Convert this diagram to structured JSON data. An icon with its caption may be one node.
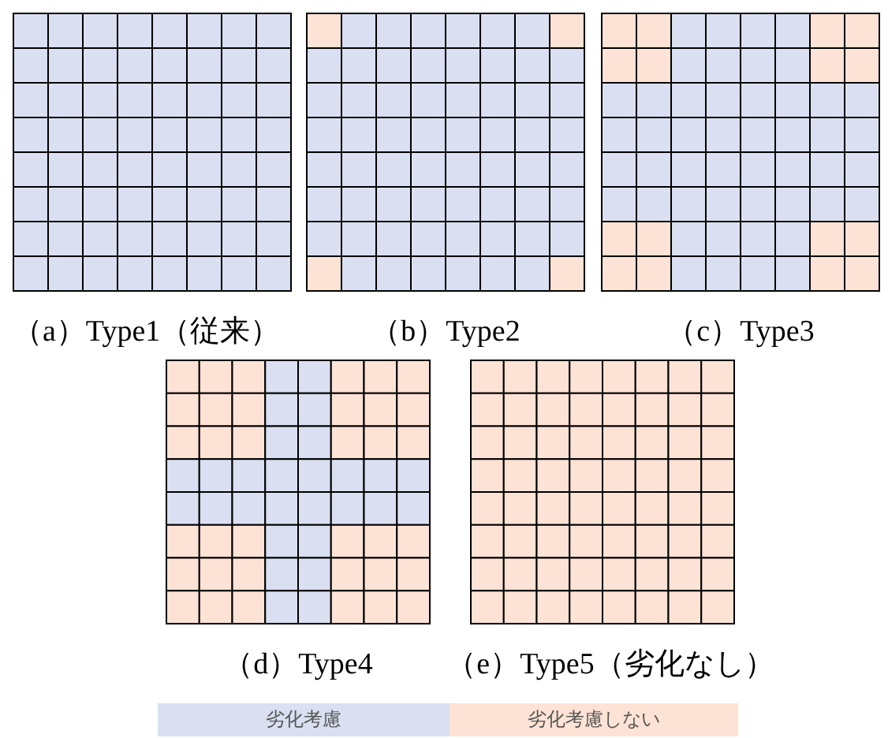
{
  "diagram": {
    "nodes": [
      {
        "text": [
          "（a）Type1（従来）"
        ]
      },
      {
        "text": [
          "（b）Type2"
        ]
      },
      {
        "text": [
          "（c）Type3"
        ]
      },
      {
        "text": [
          "（d）Type4"
        ]
      },
      {
        "text": [
          "（e）Type5（劣化なし）"
        ]
      }
    ],
    "legend": [
      {
        "text": "劣化考慮",
        "color": "#dae0f1"
      },
      {
        "text": "劣化考慮しない",
        "color": "#fde3d5"
      }
    ]
  }
}
